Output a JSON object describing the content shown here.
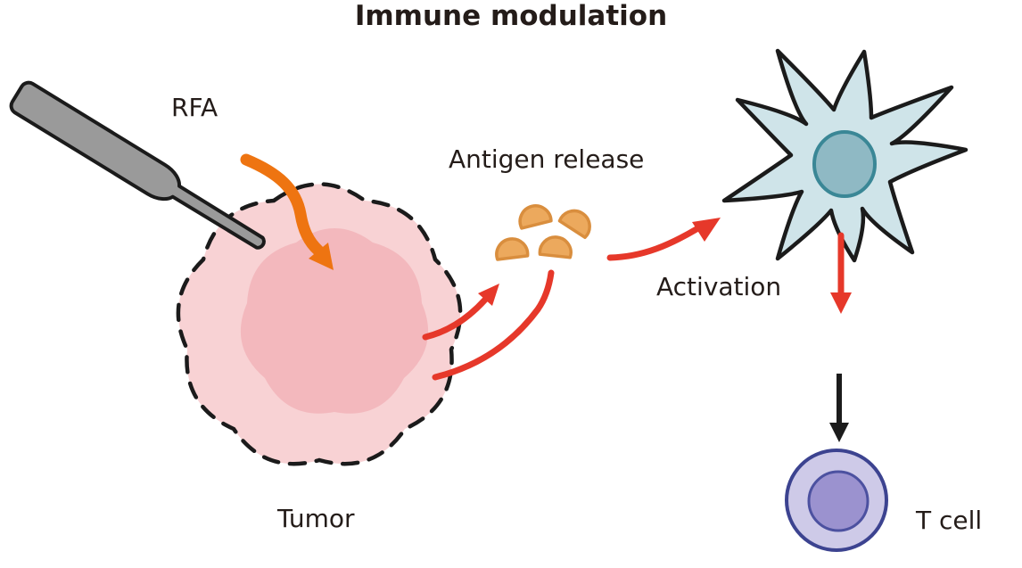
{
  "title": "Immune modulation",
  "labels": {
    "probe": "RFA",
    "antigen_release": "Antigen release",
    "activation": "Activation",
    "tumor": "Tumor",
    "t_cell": "T cell"
  },
  "elements": {
    "probe": "rfa-ablation-probe",
    "tumor": "tumor-mass",
    "antigens": "released-antigen-particles",
    "dendritic_cell": "dendritic-cell",
    "t_cell": "t-cell"
  },
  "colors": {
    "background": "#ffffff",
    "text": "#241c19",
    "outline_black": "#1b1b1b",
    "red_arrow": "#e6382a",
    "orange_arrow": "#ee7411",
    "probe_gray": "#9a9a9a",
    "tumor_outer": "#f8d2d4",
    "tumor_inner": "#f3b8bd",
    "antigen_fill": "#eca95d",
    "antigen_stroke": "#d98e3e",
    "dendritic_fill": "#cfe4e9",
    "dendritic_nucleus_fill": "#8fb9c4",
    "dendritic_nucleus_stroke": "#3a8796",
    "tcell_outer_fill": "#cecae8",
    "tcell_outer_stroke": "#3c4390",
    "tcell_inner_fill": "#9b92cf",
    "tcell_inner_stroke": "#4c51a0"
  }
}
